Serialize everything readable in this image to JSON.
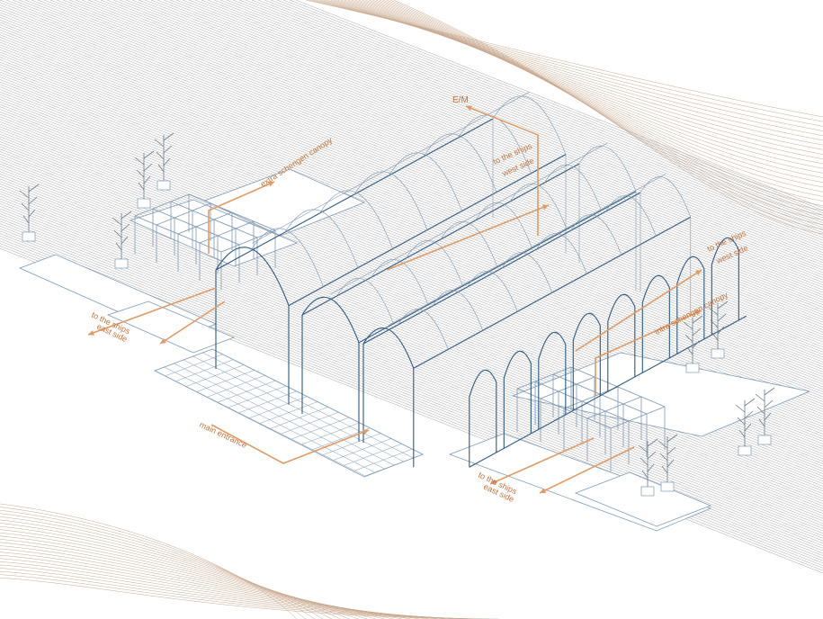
{
  "labels": {
    "em": "E/M",
    "extra_canopy": "extra schengen canopy",
    "ships_west_1_line1": "to the ships",
    "ships_west_1_line2": "west side",
    "ships_west_2_line1": "to the ships",
    "ships_west_2_line2": "west side",
    "intra_canopy": "intra schengen canopy",
    "ships_east_1_line1": "to the ships",
    "ships_east_1_line2": "east side",
    "ships_east_2_line1": "to the ships",
    "ships_east_2_line2": "east side",
    "main_entrance": "main entrance"
  },
  "colors": {
    "hatch": "#9a9a9a",
    "contour": "#c9a98f",
    "blueprint": "#2d5a86",
    "blueprint_light": "#7d9ab6",
    "annotation": "#c4733a",
    "arrow": "#e39a63"
  }
}
